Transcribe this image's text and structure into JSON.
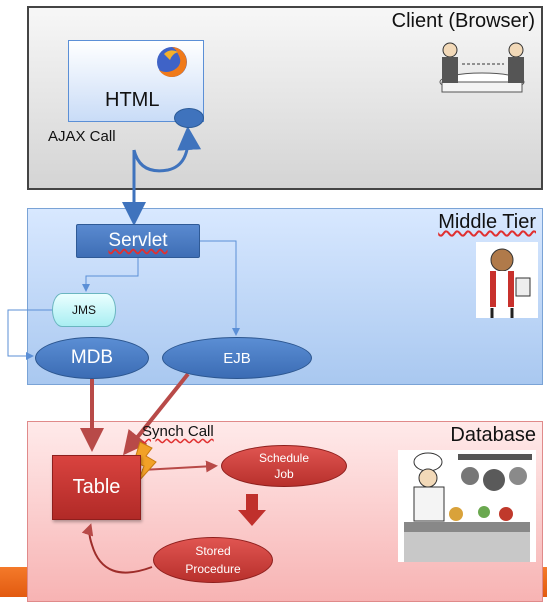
{
  "tiers": {
    "client": "Client (Browser)",
    "middle": "Middle Tier",
    "database": "Database"
  },
  "nodes": {
    "html": "HTML",
    "ajax_call": "AJAX Call",
    "servlet": "Servlet",
    "jms": "JMS",
    "mdb": "MDB",
    "ejb": "EJB",
    "table": "Table",
    "synch_call": "Synch Call",
    "schedule_job": [
      "Schedule",
      "Job"
    ],
    "stored_procedure": [
      "Stored",
      "Procedure"
    ]
  },
  "colors": {
    "blue_arrow": "#3f73bd",
    "red_arrow": "#b84a48",
    "lightning": "#f2a127"
  },
  "icons": {
    "browser": "firefox-icon",
    "client": "diners-at-table-icon",
    "middle": "waiter-icon",
    "database": "chef-kitchen-icon"
  }
}
